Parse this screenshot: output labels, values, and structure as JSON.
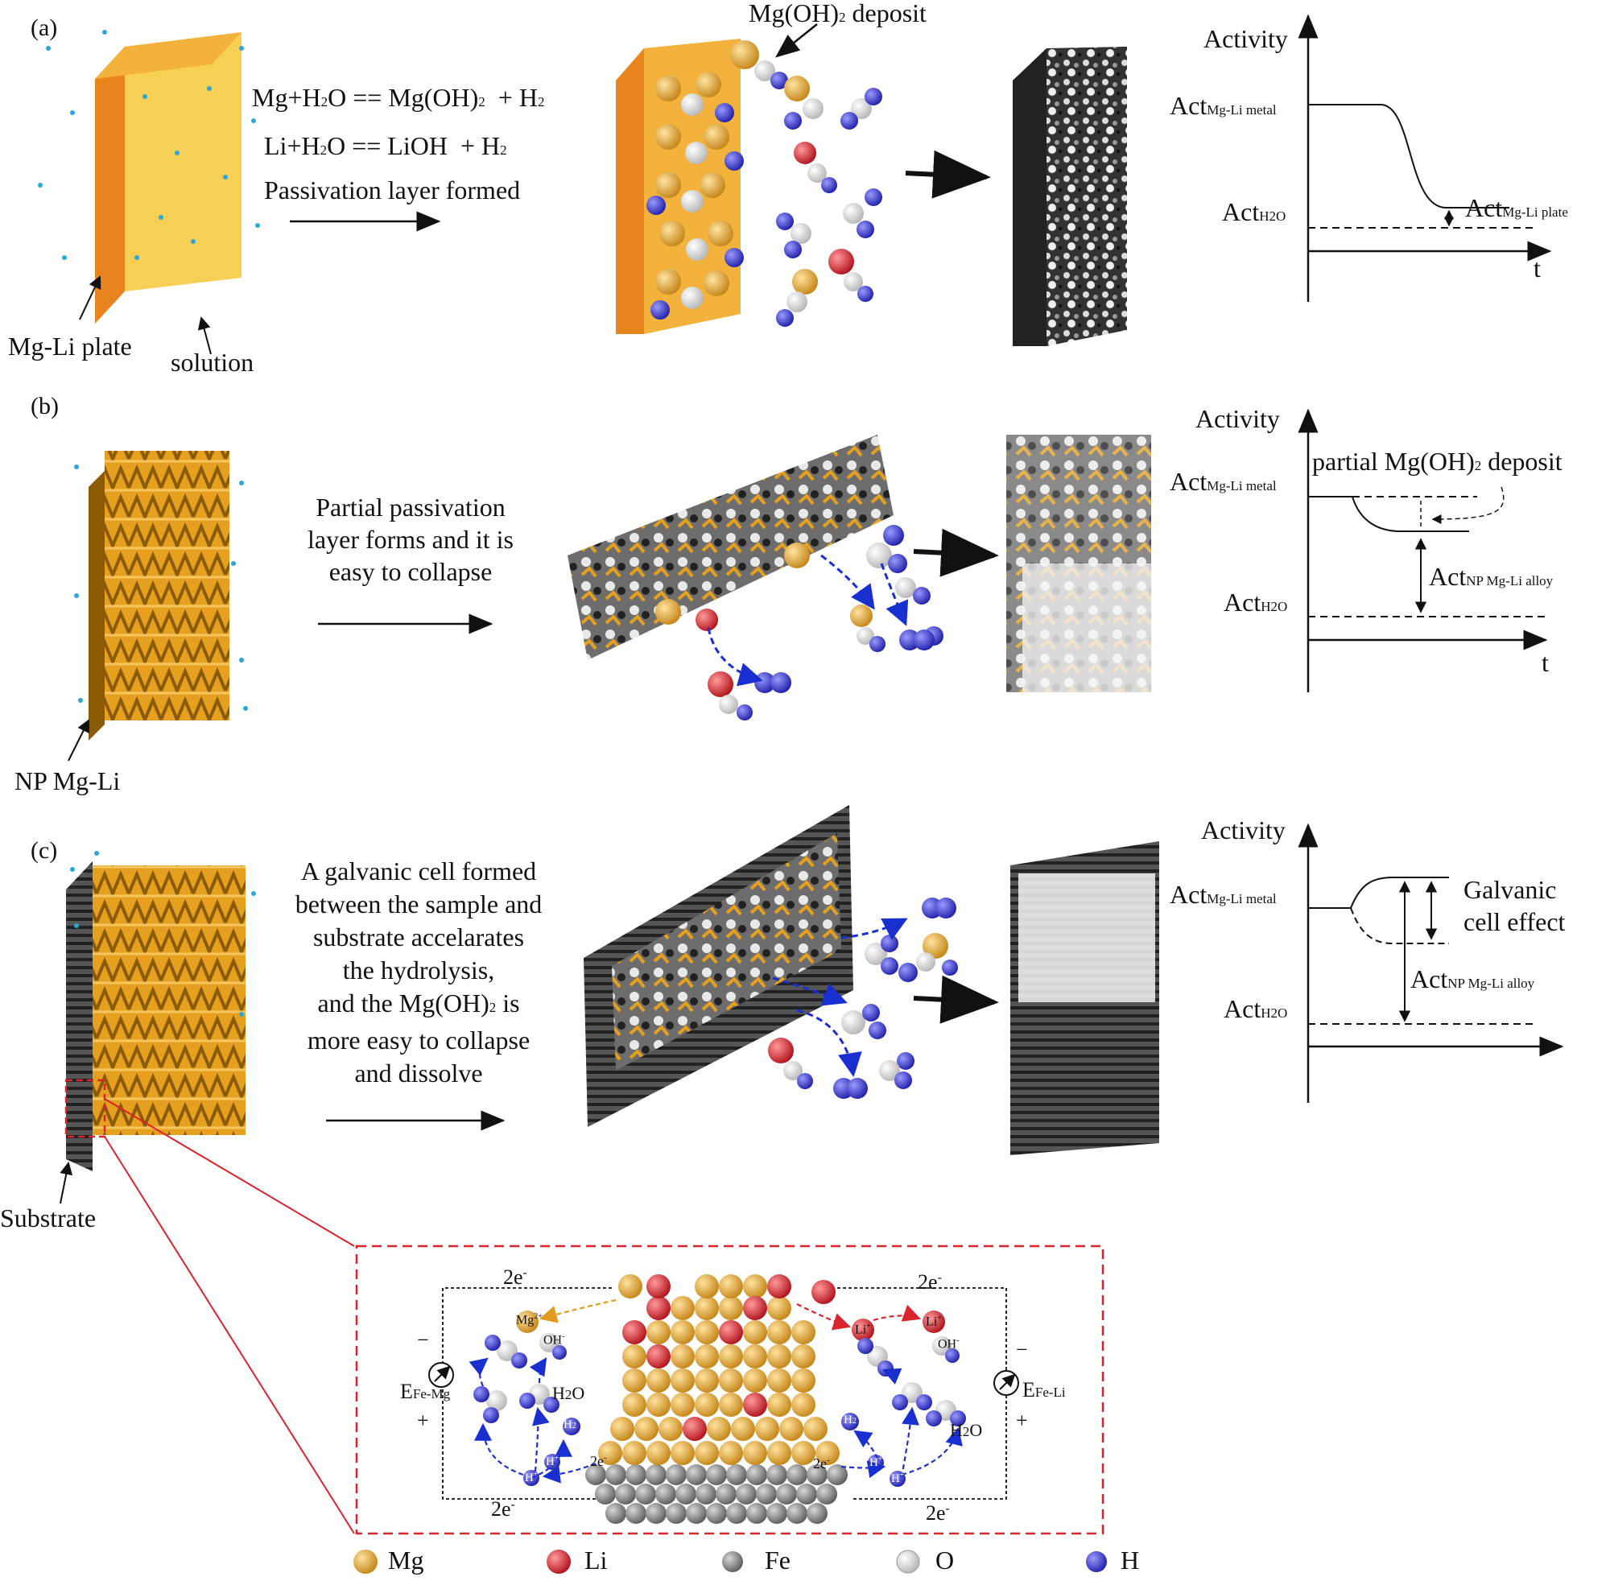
{
  "panels": {
    "a": {
      "label": "(a)",
      "plate_label": "Mg-Li plate",
      "solution_label": "solution",
      "deposit_label": "Mg(OH)",
      "deposit_sub": "2",
      "deposit_tail": " deposit",
      "eq1_parts": [
        "Mg+H",
        "2",
        "O == Mg(OH)",
        "2",
        "  + H",
        "2"
      ],
      "eq2_parts": [
        "Li+H",
        "2",
        "O == LiOH  + H",
        "2"
      ],
      "passivation": "Passivation layer formed",
      "graph": {
        "ylabel": "Activity",
        "xlabel": "t",
        "act_metal": "Act",
        "act_metal_sub": "Mg-Li metal",
        "act_h2o": "Act",
        "act_h2o_sub": "H2O",
        "act_plate": "Act",
        "act_plate_sub": "Mg-Li plate"
      }
    },
    "b": {
      "label": "(b)",
      "np_label": "NP Mg-Li",
      "caption_lines": [
        "Partial passivation",
        "layer forms and it is",
        "easy to collapse"
      ],
      "graph": {
        "ylabel": "Activity",
        "xlabel": "t",
        "act_metal": "Act",
        "act_metal_sub": "Mg-Li metal",
        "act_h2o": "Act",
        "act_h2o_sub": "H2O",
        "act_alloy": "Act",
        "act_alloy_sub": "NP Mg-Li alloy",
        "deposit_note": "partial Mg(OH)",
        "deposit_note_sub": "2",
        "deposit_note_tail": " deposit"
      }
    },
    "c": {
      "label": "(c)",
      "substrate_label": "Substrate",
      "caption_lines": [
        "A galvanic cell formed",
        "between the sample and",
        "substrate accelarates",
        "the hydrolysis,",
        "and the Mg(OH)",
        "more easy to collapse",
        "and dissolve"
      ],
      "caption_sub": "2",
      "caption_tail": " is",
      "graph": {
        "ylabel": "Activity",
        "act_metal": "Act",
        "act_metal_sub": "Mg-Li metal",
        "act_h2o": "Act",
        "act_h2o_sub": "H2O",
        "act_alloy": "Act",
        "act_alloy_sub": "NP Mg-Li alloy",
        "galvanic_line1": "Galvanic",
        "galvanic_line2": "cell effect"
      }
    }
  },
  "inset": {
    "electrons": "2e",
    "electron_sup": "-",
    "mg_ion": "Mg",
    "mg_ion_sup": "2+",
    "li_ion": "Li",
    "li_ion_sup": "+",
    "oh": "OH",
    "oh_sup": "-",
    "h2o": "H",
    "h2o_sub": "2",
    "h2o_tail": "O",
    "h2": "H",
    "h2_sub": "2",
    "hplus": "H",
    "hplus_sup": "+",
    "e_fe_mg": "E",
    "e_fe_mg_sub": "Fe-Mg",
    "e_fe_li": "E",
    "e_fe_li_sub": "Fe-Li",
    "minus": "−",
    "plus": "+"
  },
  "legend": [
    {
      "label": "Mg",
      "color": "#E3A73A"
    },
    {
      "label": "Li",
      "color": "#D9232D"
    },
    {
      "label": "Fe",
      "color": "#7A7A7A"
    },
    {
      "label": "O",
      "color": "#F2F2F2"
    },
    {
      "label": "H",
      "color": "#3B3BD8"
    }
  ]
}
